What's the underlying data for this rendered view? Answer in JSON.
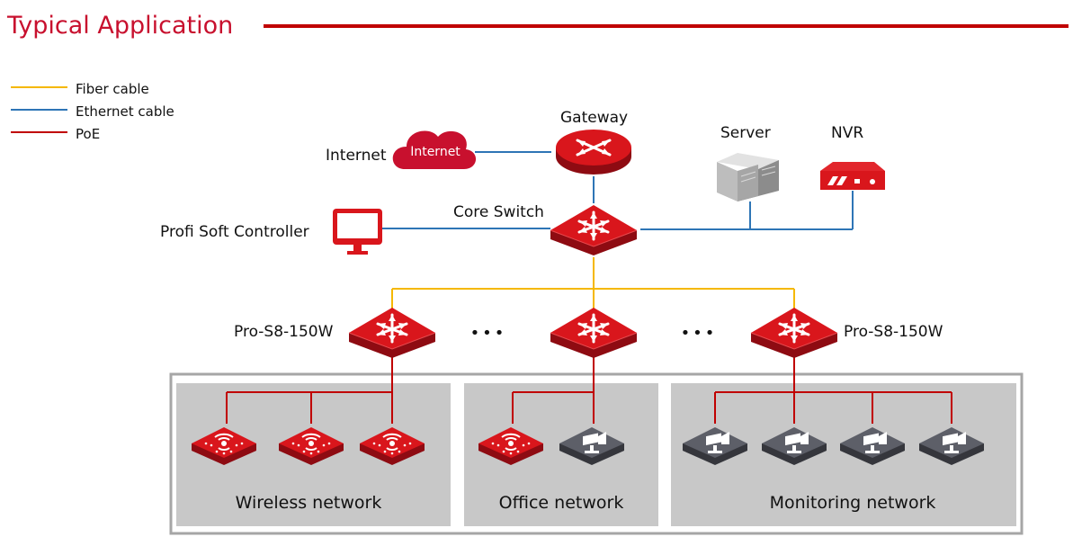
{
  "title": "Typical Application",
  "legend": [
    {
      "label": "Fiber cable",
      "color": "#f5b800"
    },
    {
      "label": "Ethernet cable",
      "color": "#2e75b6"
    },
    {
      "label": "PoE",
      "color": "#c00000"
    }
  ],
  "nodes": {
    "internet": {
      "label": "Internet",
      "cloud_text": "Internet"
    },
    "gateway": {
      "label": "Gateway"
    },
    "server": {
      "label": "Server"
    },
    "nvr": {
      "label": "NVR"
    },
    "controller": {
      "label": "Profi Soft Controller"
    },
    "core": {
      "label": "Core Switch"
    },
    "access_left": {
      "label": "Pro-S8-150W"
    },
    "access_right": {
      "label": "Pro-S8-150W"
    },
    "ellipsis": "•••"
  },
  "groups": [
    {
      "label": "Wireless network"
    },
    {
      "label": "Office network"
    },
    {
      "label": "Monitoring network"
    }
  ],
  "colors": {
    "brand_red": "#c8102e",
    "device_red": "#d9161c",
    "camera_gray": "#5d5f68",
    "panel_gray": "#c8c8c8"
  }
}
